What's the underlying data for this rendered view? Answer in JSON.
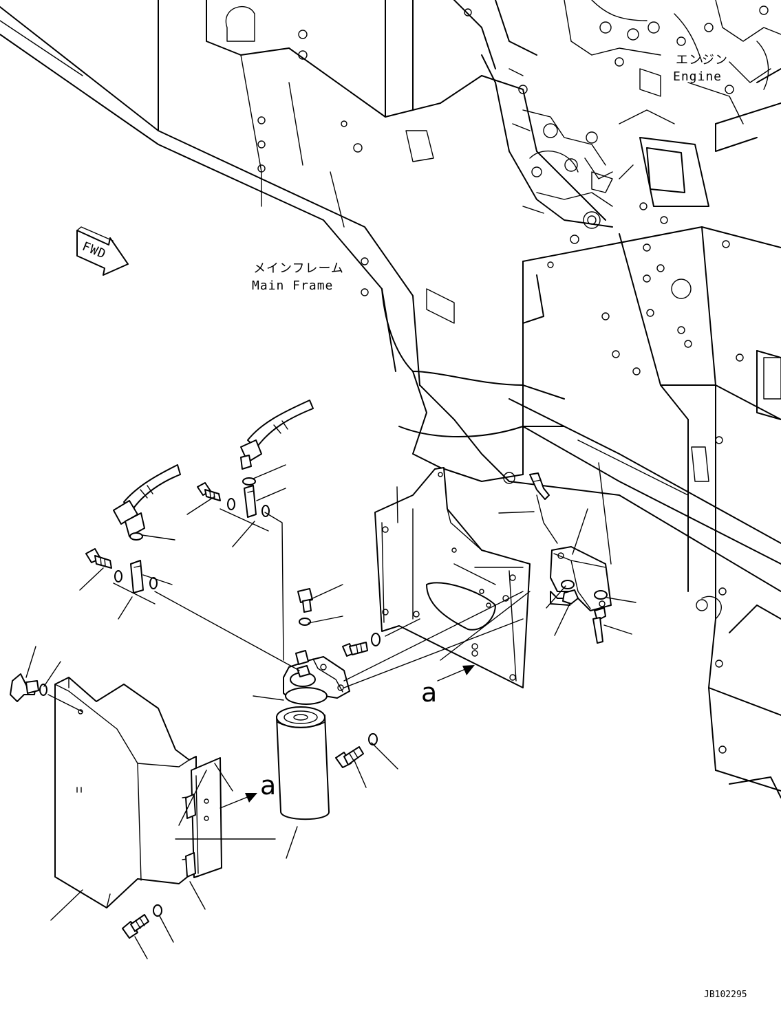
{
  "labels": {
    "engine_jp": "エンジン",
    "engine_en": "Engine",
    "main_frame_jp": "メインフレーム",
    "main_frame_en": "Main Frame",
    "fwd": "FWD",
    "view_a_upper": "a",
    "view_a_lower": "a",
    "drawing_code": "JB102295"
  }
}
